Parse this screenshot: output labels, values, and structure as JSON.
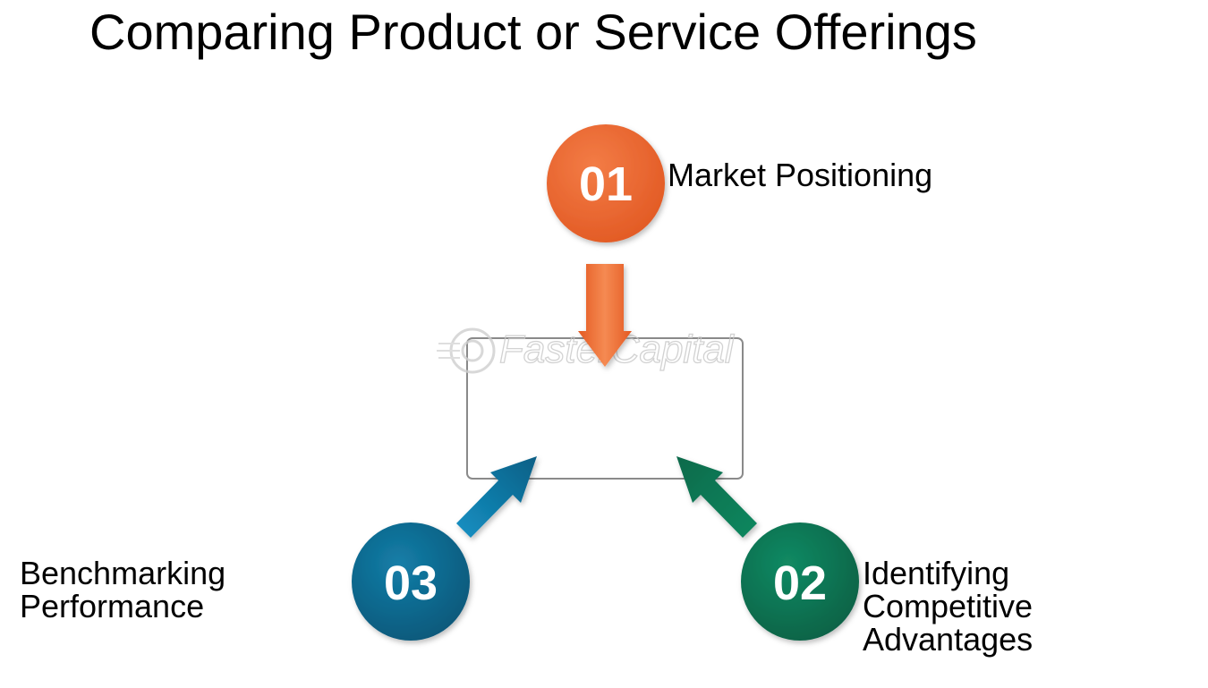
{
  "title": "Comparing Product or Service Offerings",
  "watermark": "FasterCapital",
  "colors": {
    "orange": "#ee6a35",
    "green": "#0e7554",
    "blue": "#0b6a91",
    "box_border": "#8a8a8a"
  },
  "steps": [
    {
      "number": "01",
      "label_lines": [
        "Market Positioning"
      ]
    },
    {
      "number": "02",
      "label_lines": [
        "Identifying",
        "Competitive",
        "Advantages"
      ]
    },
    {
      "number": "03",
      "label_lines": [
        "Benchmarking",
        "Performance"
      ]
    }
  ]
}
